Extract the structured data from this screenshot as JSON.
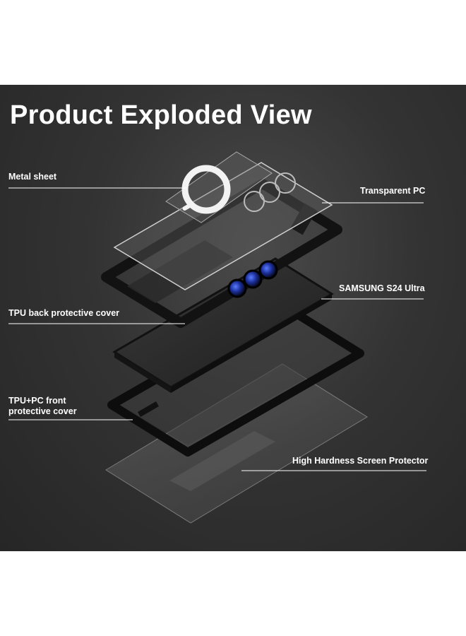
{
  "title": "Product Exploded View",
  "labels": {
    "metal_sheet": "Metal sheet",
    "transparent_pc": "Transparent PC",
    "samsung": "SAMSUNG S24 Ultra",
    "tpu_back": "TPU back protective cover",
    "tpu_pc_front_line1": "TPU+PC front",
    "tpu_pc_front_line2": "protective cover",
    "screen_protector": "High Hardness Screen Protector"
  },
  "colors": {
    "background": "#333333",
    "text": "#ffffff",
    "leader_line": "#ffffff",
    "lens_blue": "#2a4fd6"
  },
  "icons": {
    "magnetic_ring": "magsafe-ring-icon",
    "camera_lenses": "camera-lens-icon"
  }
}
